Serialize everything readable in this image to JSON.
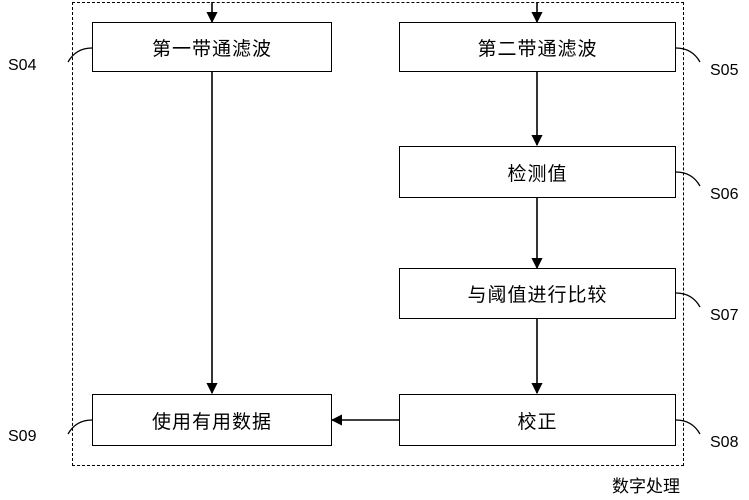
{
  "diagram": {
    "region_label": "数字处理",
    "nodes": [
      {
        "id": "s04",
        "text": "第一带通滤波",
        "tag": "S04"
      },
      {
        "id": "s05",
        "text": "第二带通滤波",
        "tag": "S05"
      },
      {
        "id": "s06",
        "text": "检测值",
        "tag": "S06"
      },
      {
        "id": "s07",
        "text": "与阈值进行比较",
        "tag": "S07"
      },
      {
        "id": "s08",
        "text": "校正",
        "tag": "S08"
      },
      {
        "id": "s09",
        "text": "使用有用数据",
        "tag": "S09"
      }
    ]
  },
  "colors": {
    "stroke": "#000000",
    "background": "#ffffff"
  }
}
